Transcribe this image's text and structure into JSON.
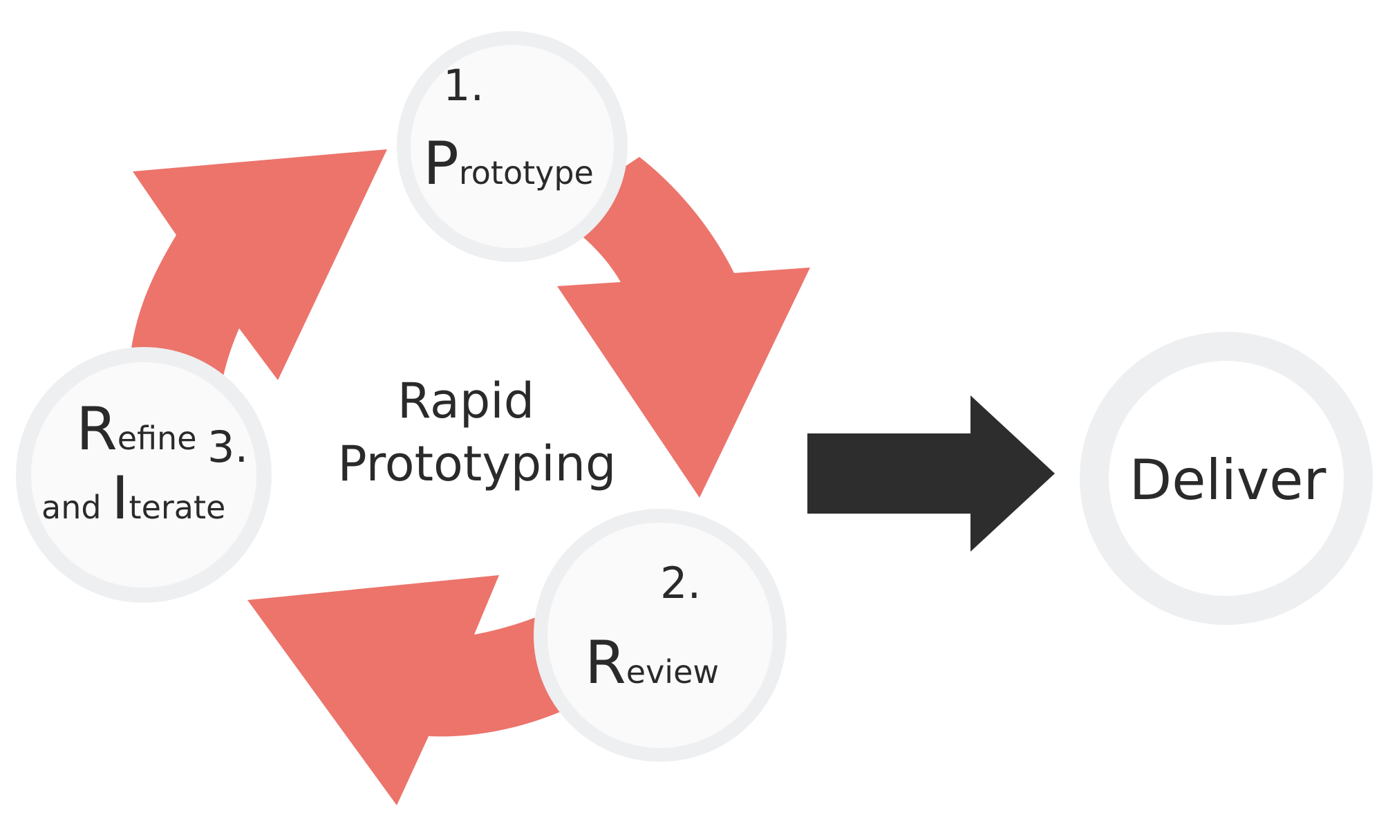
{
  "colors": {
    "arrow": "#EC746B",
    "deliver_arrow": "#2D2D2D",
    "ring": "#EEEFF1",
    "circle_fill": "#FAFAFA",
    "text": "#2A2A2A"
  },
  "center": {
    "line1": "Rapid",
    "line2": "Prototyping"
  },
  "steps": [
    {
      "number": "1.",
      "initial": "P",
      "rest": "rototype"
    },
    {
      "number": "2.",
      "initial": "R",
      "rest": "eview"
    },
    {
      "number": "3.",
      "initial": "R",
      "rest": "efine",
      "initial2": "I",
      "prefix2": "and ",
      "rest2": "terate"
    }
  ],
  "deliver": {
    "label": "Deliver"
  }
}
